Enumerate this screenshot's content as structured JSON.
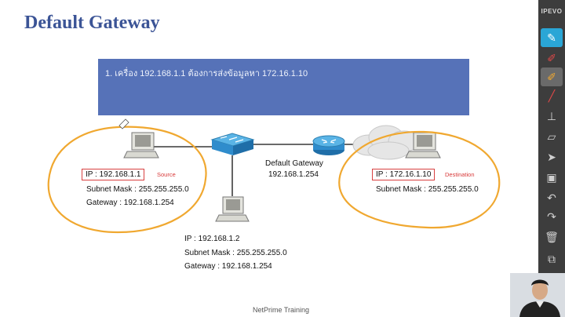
{
  "slide": {
    "title": "Default Gateway",
    "banner_text": "1. เครื่อง 192.168.1.1 ต้องการส่งข้อมูลหา 172.16.1.10",
    "footer": "NetPrime Training"
  },
  "source_host": {
    "ip": "IP : 192.168.1.1",
    "tag": "Source",
    "mask": "Subnet Mask : 255.255.255.0",
    "gateway": "Gateway : 192.168.1.254"
  },
  "middle_host": {
    "ip": "IP : 192.168.1.2",
    "mask": "Subnet Mask : 255.255.255.0",
    "gateway": "Gateway : 192.168.1.254"
  },
  "router": {
    "label": "Default Gateway",
    "ip": "192.168.1.254"
  },
  "destination_host": {
    "ip": "IP : 172.16.1.10",
    "tag": "Destination",
    "mask": "Subnet Mask : 255.255.255.0"
  },
  "toolbar": {
    "brand": "IPEVO",
    "tools": [
      {
        "icon": "pen-icon",
        "glyph": "✎"
      },
      {
        "icon": "red-marker-icon",
        "glyph": "✐"
      },
      {
        "icon": "orange-highlighter-icon",
        "glyph": "✐"
      },
      {
        "icon": "red-line-icon",
        "glyph": "╱"
      },
      {
        "icon": "stamp-icon",
        "glyph": "⊥"
      },
      {
        "icon": "eraser-icon",
        "glyph": "▱"
      },
      {
        "icon": "pointer-icon",
        "glyph": "➤"
      },
      {
        "icon": "camera-icon",
        "glyph": "▣"
      },
      {
        "icon": "undo-icon",
        "glyph": "↶"
      },
      {
        "icon": "redo-icon",
        "glyph": "↷"
      },
      {
        "icon": "trash-icon",
        "glyph": "🗑"
      },
      {
        "icon": "snapshot-icon",
        "glyph": "⧉"
      },
      {
        "icon": "pages-icon",
        "glyph": "⧠"
      }
    ]
  },
  "colors": {
    "title": "#3b5496",
    "banner": "#5672b8",
    "annotation": "#f0a830",
    "label_border": "#d84040",
    "toolbar_active": "#2aa6d6"
  }
}
